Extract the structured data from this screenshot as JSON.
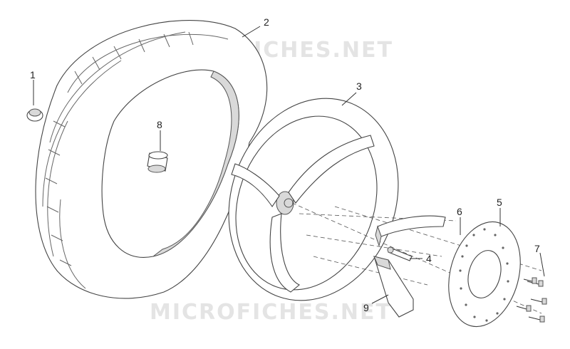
{
  "diagram": {
    "watermark_top": "MICROFICHES.NET",
    "watermark_bottom": "MICROFICHES.NET",
    "callouts": [
      {
        "id": "1"
      },
      {
        "id": "2"
      },
      {
        "id": "3"
      },
      {
        "id": "4"
      },
      {
        "id": "5"
      },
      {
        "id": "6"
      },
      {
        "id": "7"
      },
      {
        "id": "8"
      },
      {
        "id": "9"
      }
    ]
  }
}
